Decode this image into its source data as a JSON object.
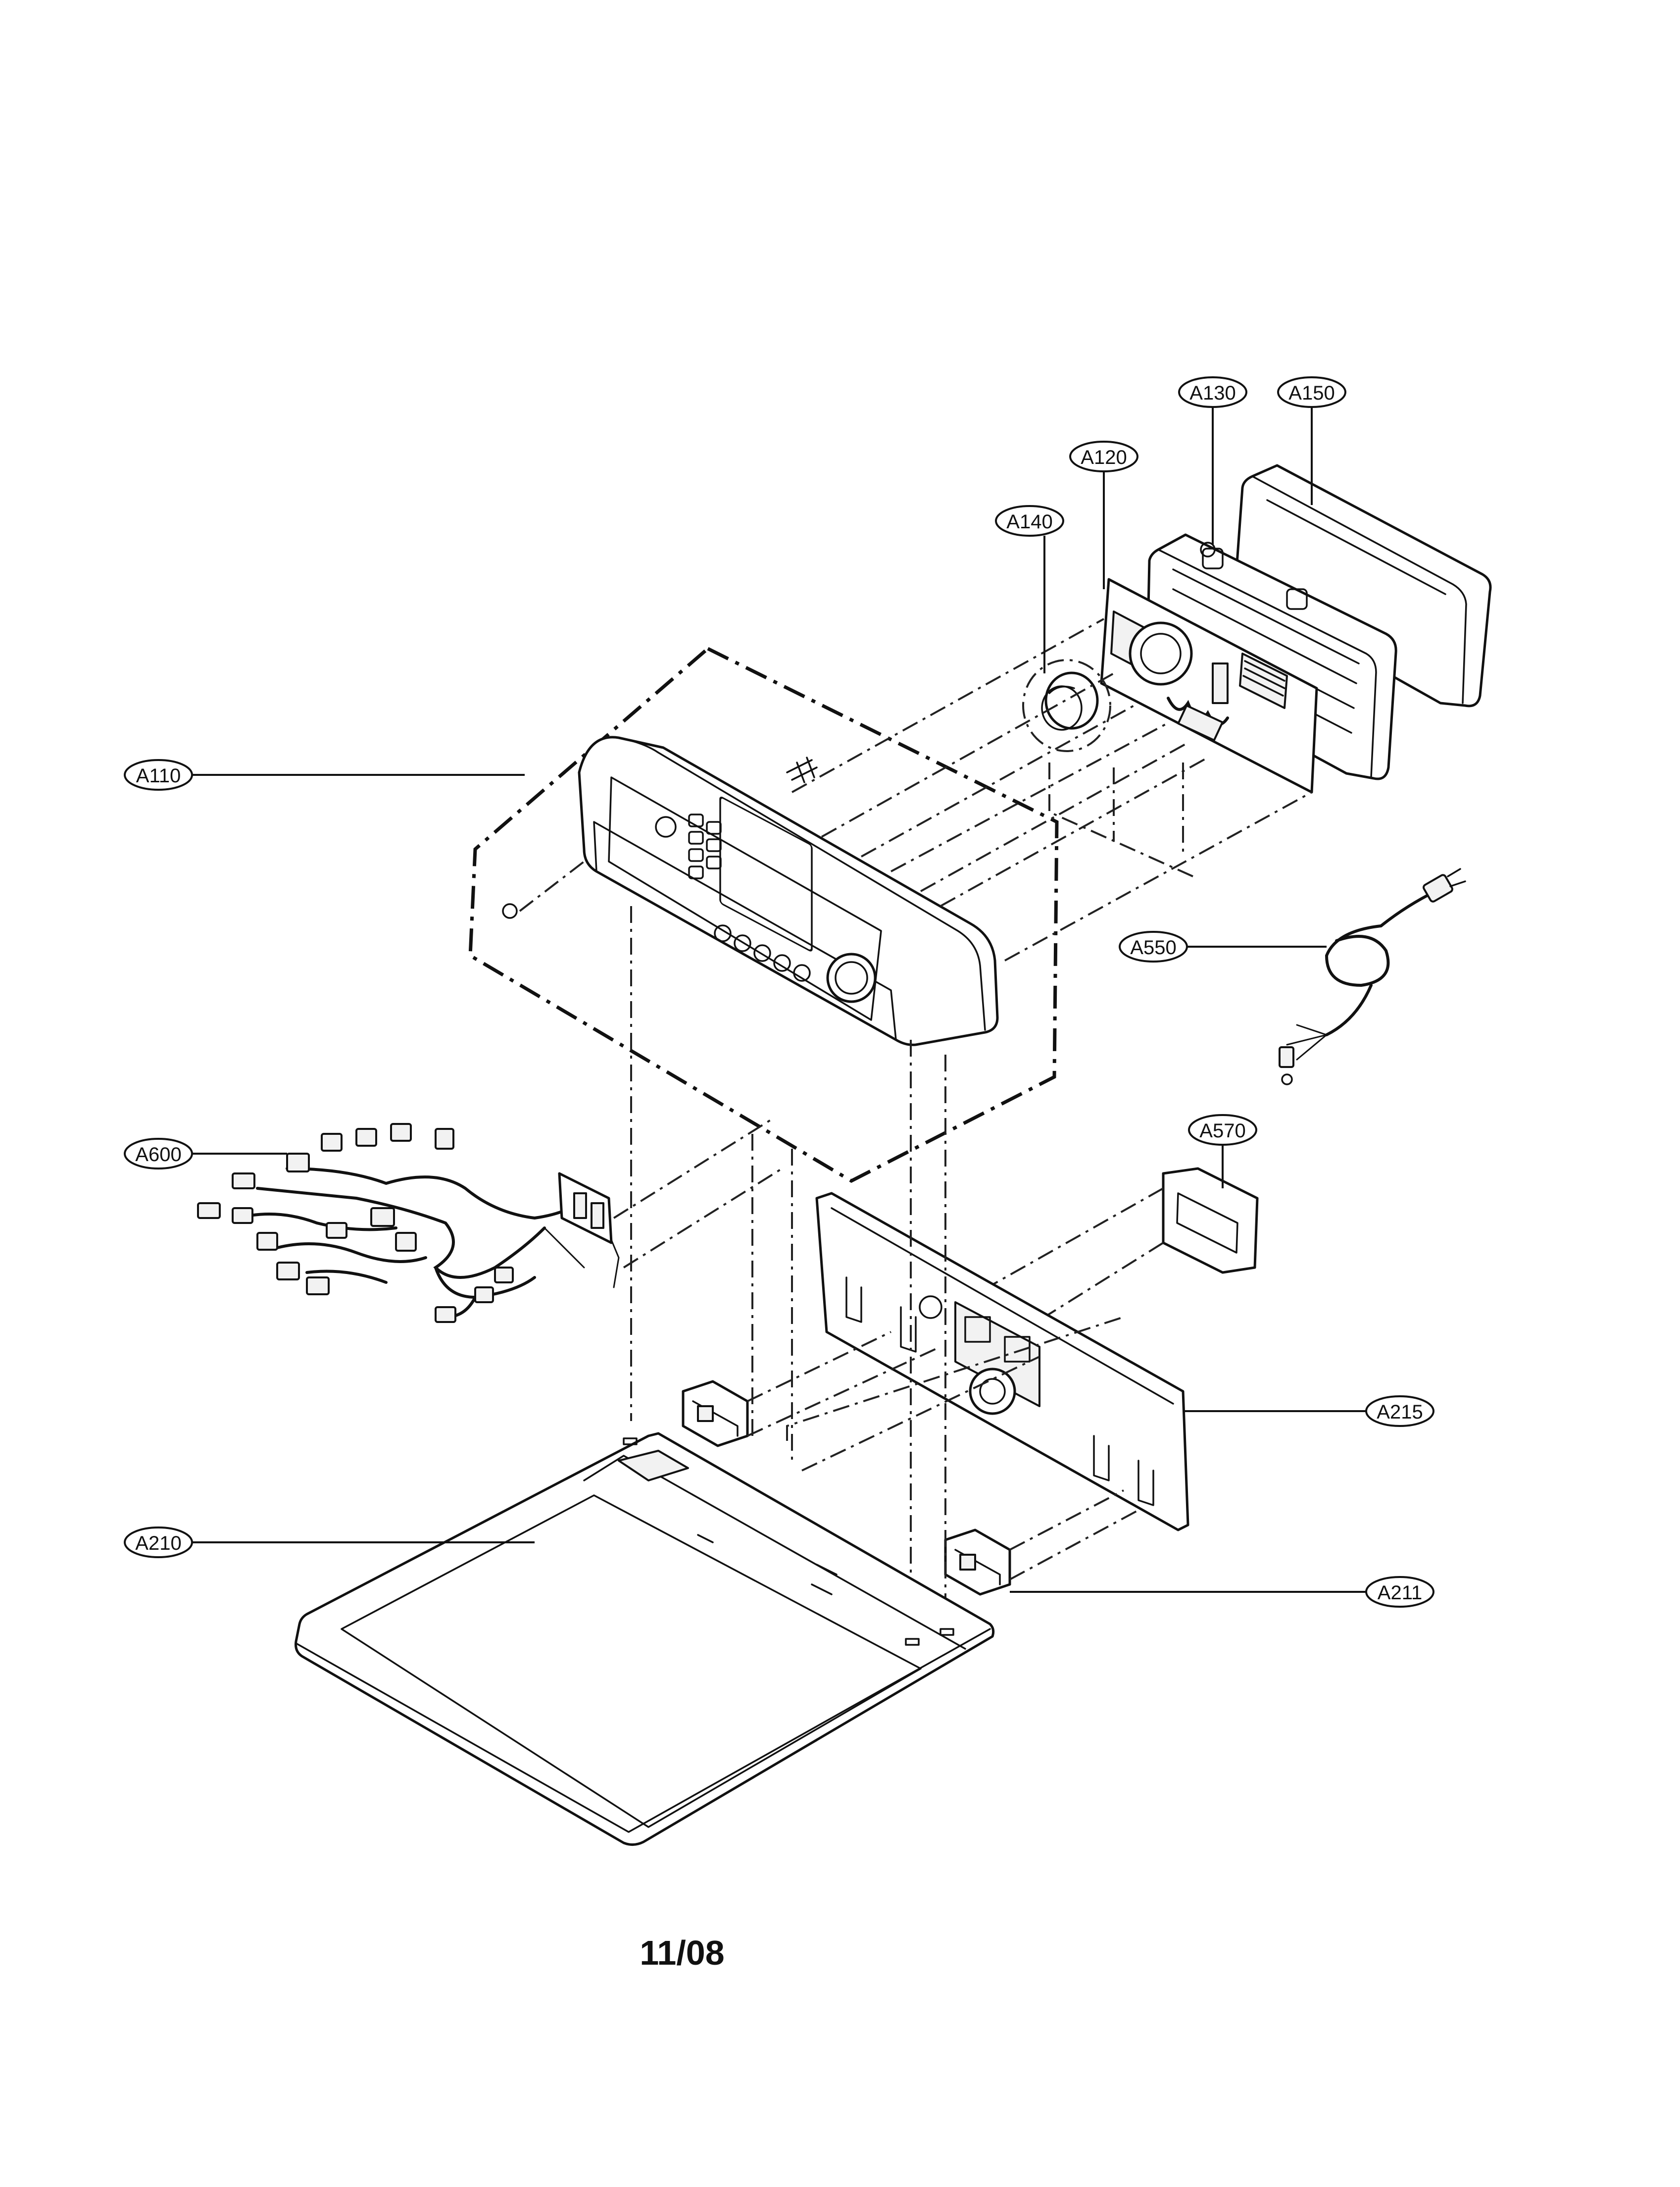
{
  "labels": {
    "a110": "A110",
    "a120": "A120",
    "a130": "A130",
    "a140": "A140",
    "a150": "A150",
    "a210": "A210",
    "a211": "A211",
    "a215": "A215",
    "a550": "A550",
    "a570": "A570",
    "a600": "A600"
  },
  "footer": {
    "date_code": "11/08"
  }
}
